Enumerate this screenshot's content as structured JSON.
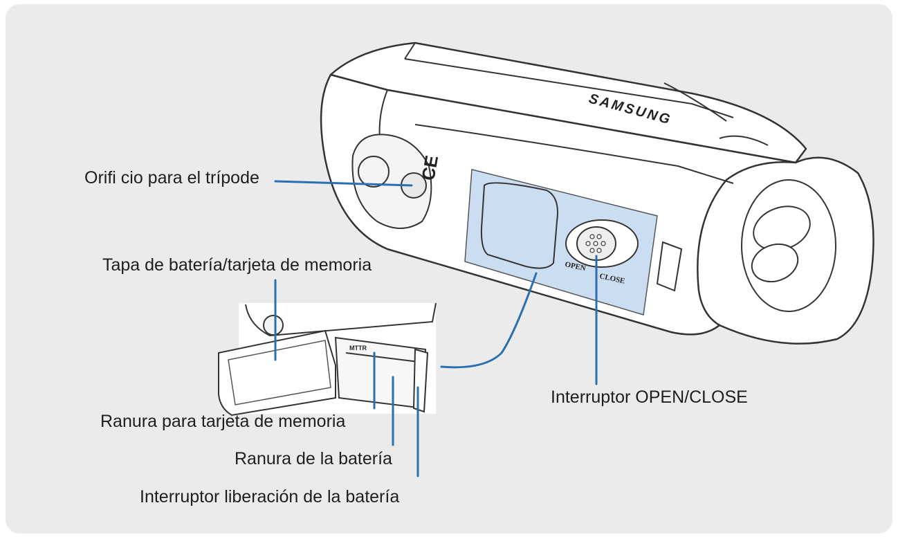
{
  "labels": {
    "tripod": "Orifi cio para el trípode",
    "cover": "Tapa de batería/tarjeta de memoria",
    "card_slot": "Ranura para tarjeta de memoria",
    "battery_slot": "Ranura de la batería",
    "battery_release": "Interruptor liberación de la batería",
    "open_close": "Interruptor OPEN/CLOSE"
  },
  "device": {
    "brand": "SAMSUNG",
    "ce_mark": "CE",
    "open_text": "OPEN",
    "close_text": "CLOSE",
    "inset_text": "MTTR"
  },
  "colors": {
    "leader_line": "#2a6fb0",
    "highlight": "#b9d3ec"
  }
}
